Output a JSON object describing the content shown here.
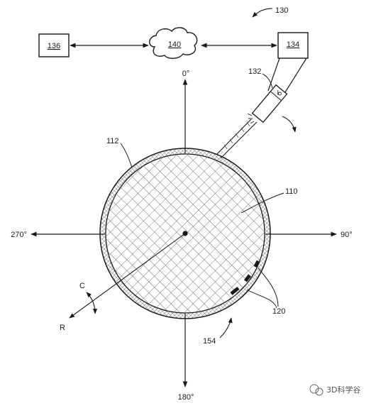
{
  "figure": {
    "ref_main": "130",
    "box_left": "136",
    "cloud": "140",
    "box_right": "134",
    "device": "132",
    "ring_label": "112",
    "fill_label": "110",
    "edge_label": "120",
    "cursor_label": "154"
  },
  "axes": {
    "north": "0°",
    "east": "90°",
    "south": "180°",
    "west": "270°"
  },
  "polar": {
    "radial": "R",
    "circumferential": "C"
  },
  "watermark": "3D科学谷",
  "colors": {
    "ink": "#1a1a1a",
    "hatch": "#6b6b6b"
  }
}
